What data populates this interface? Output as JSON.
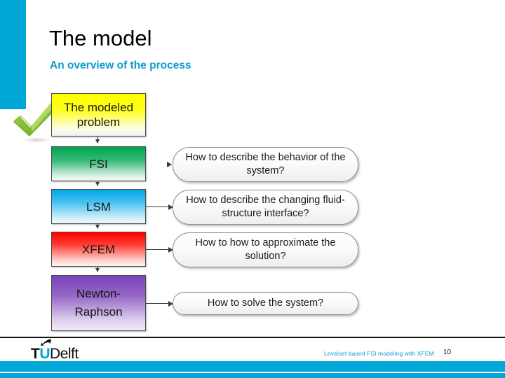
{
  "slide": {
    "title": "The model",
    "subtitle": "An overview of the process",
    "accent_color": "#00a6d6",
    "subtitle_color": "#0e9bd1"
  },
  "decoration": {
    "checkmark_icon": "green-check-icon",
    "checkmark_color": "#8cc63f"
  },
  "flowchart": {
    "boxes": [
      {
        "label": "The modeled problem",
        "color": "#ffff00",
        "name": "modeled-problem"
      },
      {
        "label": "FSI",
        "color": "#00a550",
        "name": "fsi"
      },
      {
        "label": "LSM",
        "color": "#00a6e8",
        "name": "lsm"
      },
      {
        "label": "XFEM",
        "color": "#ff0000",
        "name": "xfem"
      },
      {
        "label": "Newton-Raphson",
        "color": "#7b43b8",
        "name": "newton-raphson"
      }
    ],
    "callouts": [
      {
        "label": "How to describe the behavior of the system?",
        "for": "fsi"
      },
      {
        "label": "How to describe the changing fluid-structure interface?",
        "for": "lsm"
      },
      {
        "label": "How to how to approximate the solution?",
        "for": "xfem"
      },
      {
        "label": "How to solve the system?",
        "for": "newton-raphson"
      }
    ]
  },
  "footer": {
    "logo_t": "T",
    "logo_u": "U",
    "logo_delft": "Delft",
    "logo_flame_icon": "tudelft-flame-icon",
    "note": "Levelset based FSI modeling with XFEM",
    "page_number": "10",
    "band_color": "#00a6d6"
  }
}
